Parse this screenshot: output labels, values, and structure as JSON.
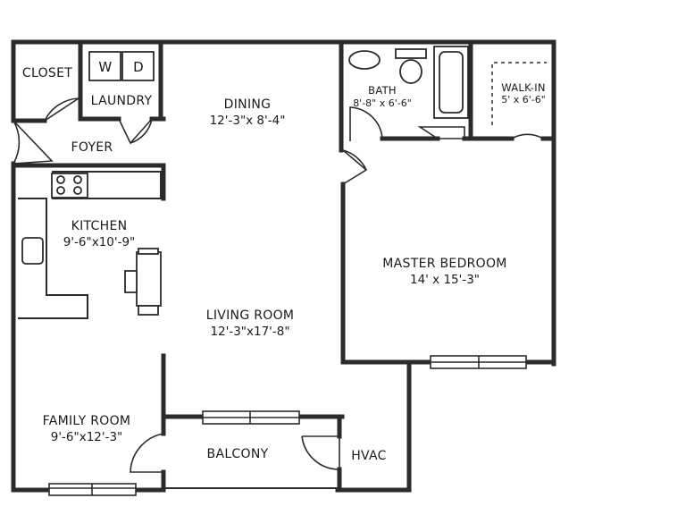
{
  "rooms": {
    "closet": {
      "name": "CLOSET"
    },
    "laundry": {
      "name": "LAUNDRY",
      "washer": "W",
      "dryer": "D"
    },
    "foyer": {
      "name": "FOYER"
    },
    "dining": {
      "name": "DINING",
      "dims": "12'-3\"x 8'-4\""
    },
    "bath": {
      "name": "BATH",
      "dims": "8'-8\" x 6'-6\""
    },
    "walkin": {
      "name": "WALK-IN",
      "dims": "5' x 6'-6\""
    },
    "kitchen": {
      "name": "KITCHEN",
      "dims": "9'-6\"x10'-9\""
    },
    "master": {
      "name": "MASTER BEDROOM",
      "dims": "14' x 15'-3\""
    },
    "living": {
      "name": "LIVING ROOM",
      "dims": "12'-3\"x17'-8\""
    },
    "family": {
      "name": "FAMILY ROOM",
      "dims": "9'-6\"x12'-3\""
    },
    "balcony": {
      "name": "BALCONY"
    },
    "hvac": {
      "name": "HVAC"
    }
  }
}
